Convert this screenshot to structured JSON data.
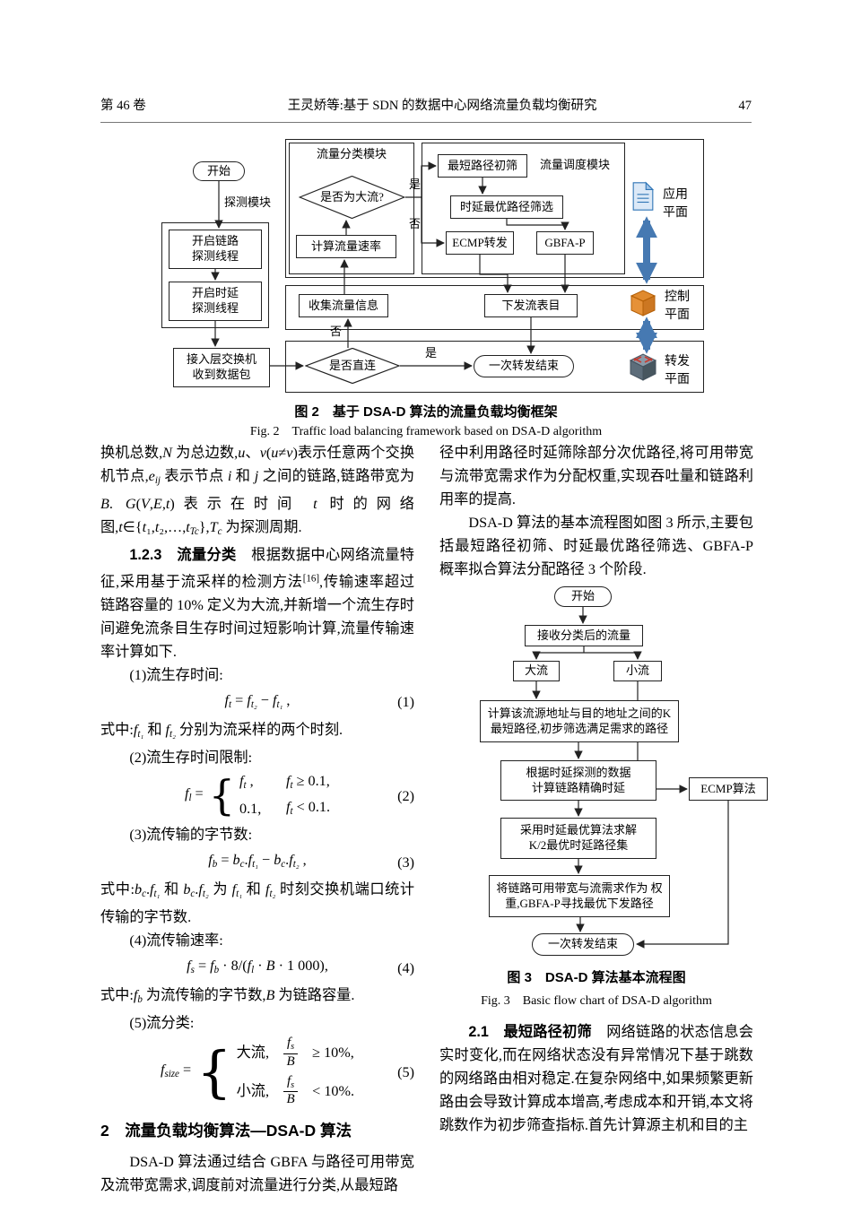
{
  "header": {
    "volume": "第 46 卷",
    "running_title": "王灵娇等:基于 SDN 的数据中心网络流量负载均衡研究",
    "page_no": "47"
  },
  "colors": {
    "plane_arrow_blue": "#4679b2",
    "doc_icon_blue": "#2e74b5",
    "control_icon_orange": "#e08a2e",
    "forward_icon_red": "#c63a2f"
  },
  "fig2": {
    "caption_zh": "图 2　基于 DSA-D 算法的流量负载均衡框架",
    "caption_en": "Fig. 2　Traffic load balancing framework based on DSA-D algorithm",
    "nodes": {
      "start": "开始",
      "probe_module": "探测模块",
      "link_probe": "开启链路 探测线程",
      "delay_probe": "开启时延 探测线程",
      "access_switch": "接入层交换机 收到数据包",
      "classify_module": "流量分类模块",
      "is_big_flow": "是否为大流?",
      "calc_rate": "计算流量速率",
      "schedule_module": "流量调度模块",
      "shortest_init": "最短路径初筛",
      "delay_opt_filter": "时延最优路径筛选",
      "ecmp_forward": "ECMP转发",
      "gbfa_p": "GBFA-P",
      "collect_info": "收集流量信息",
      "send_flow_table": "下发流表目",
      "is_direct": "是否直连",
      "end": "一次转发结束",
      "app_plane": "应用平面",
      "control_plane": "控制平面",
      "forward_plane": "转发平面",
      "yes": "是",
      "no": "否"
    }
  },
  "fig3": {
    "caption_zh": "图 3　DSA-D 算法基本流程图",
    "caption_en": "Fig. 3　Basic flow chart of DSA-D algorithm",
    "nodes": {
      "start": "开始",
      "receive": "接收分类后的流量",
      "big_flow": "大流",
      "small_flow": "小流",
      "k_shortest": "计算该流源地址与目的地址之间的K最短路径,初步筛选满足需求的路径",
      "delay_calc": "根据时延探测的数据 计算链路精确时延",
      "ecmp": "ECMP算法",
      "delay_best": "采用时延最优算法求解 K/2最优时延路径集",
      "weight_gbfa": "将链路可用带宽与流需求作为 权重,GBFA-P寻找最优下发路径",
      "end": "一次转发结束"
    }
  },
  "left": {
    "p1_tokens": [
      {
        "t": "换机总数,"
      },
      {
        "t": "N",
        "s": "i"
      },
      {
        "t": " 为总边数,"
      },
      {
        "t": "u",
        "s": "i"
      },
      {
        "t": "、"
      },
      {
        "t": "v",
        "s": "i"
      },
      {
        "t": "("
      },
      {
        "t": "u",
        "s": "i"
      },
      {
        "t": "≠"
      },
      {
        "t": "v",
        "s": "i"
      },
      {
        "t": ")表示任意两个交换机节点,"
      },
      {
        "t": "e",
        "s": "i"
      },
      {
        "t": "ij",
        "s": "isub"
      },
      {
        "t": " 表示节点 "
      },
      {
        "t": "i",
        "s": "i"
      },
      {
        "t": " 和 "
      },
      {
        "t": "j",
        "s": "i"
      },
      {
        "t": " 之间的链路,链路带宽为 "
      },
      {
        "t": "B",
        "s": "i"
      },
      {
        "t": ". "
      },
      {
        "t": "G",
        "s": "i"
      },
      {
        "t": "("
      },
      {
        "t": "V",
        "s": "i"
      },
      {
        "t": ","
      },
      {
        "t": "E",
        "s": "i"
      },
      {
        "t": ","
      },
      {
        "t": "t",
        "s": "i"
      },
      {
        "t": ")表示在时间 "
      },
      {
        "t": "t",
        "s": "i"
      },
      {
        "t": " 时的网络图,"
      },
      {
        "t": "t",
        "s": "i"
      },
      {
        "t": "∈{"
      },
      {
        "t": "t",
        "s": "i"
      },
      {
        "t": "₁,"
      },
      {
        "t": "t",
        "s": "i"
      },
      {
        "t": "₂,…,"
      },
      {
        "t": "t",
        "s": "i"
      },
      {
        "t": "Tc",
        "s": "isub"
      },
      {
        "t": "},"
      },
      {
        "t": "T",
        "s": "i"
      },
      {
        "t": "c",
        "s": "isub"
      },
      {
        "t": " 为探测周期."
      }
    ],
    "s123_head": "1.2.3　流量分类",
    "s123_tokens": [
      {
        "t": "　根据数据中心网络流量特征,采用基于流采样的检测方法"
      },
      {
        "t": "[16]",
        "s": "sup"
      },
      {
        "t": ",传输速率超过链路容量的 10% 定义为大流,并新增一个流生存时间避免流条目生存时间过短影响计算,流量传输速率计算如下."
      }
    ],
    "item1": "(1)流生存时间:",
    "eq1": {
      "no": "(1)",
      "tokens": [
        {
          "t": "f",
          "s": "i"
        },
        {
          "t": "t",
          "s": "isub"
        },
        {
          "t": " = "
        },
        {
          "t": "f",
          "s": "i"
        },
        {
          "t": "t₂",
          "s": "isub"
        },
        {
          "t": " − "
        },
        {
          "t": "f",
          "s": "i"
        },
        {
          "t": "t₁",
          "s": "isub"
        },
        {
          "t": " ,"
        }
      ]
    },
    "note1_tokens": [
      {
        "t": "式中:"
      },
      {
        "t": "f",
        "s": "i"
      },
      {
        "t": "t₁",
        "s": "isub"
      },
      {
        "t": " 和 "
      },
      {
        "t": "f",
        "s": "i"
      },
      {
        "t": "t₂",
        "s": "isub"
      },
      {
        "t": " 分别为流采样的两个时刻."
      }
    ],
    "item2": "(2)流生存时间限制:",
    "eq2": {
      "no": "(2)",
      "brace": "{",
      "name_tokens": [
        {
          "t": "f",
          "s": "i"
        },
        {
          "t": "l",
          "s": "isub"
        },
        {
          "t": " = "
        }
      ],
      "rows": [
        {
          "v_tokens": [
            {
              "t": "f",
              "s": "i"
            },
            {
              "t": "t",
              "s": "isub"
            },
            {
              "t": " ,"
            }
          ],
          "c_tokens": [
            {
              "t": "f",
              "s": "i"
            },
            {
              "t": "t",
              "s": "isub"
            },
            {
              "t": " ≥ 0.1,"
            }
          ]
        },
        {
          "v_tokens": [
            {
              "t": "0.1,"
            }
          ],
          "c_tokens": [
            {
              "t": "f",
              "s": "i"
            },
            {
              "t": "t",
              "s": "isub"
            },
            {
              "t": " < 0.1."
            }
          ]
        }
      ]
    },
    "item3": "(3)流传输的字节数:",
    "eq3": {
      "no": "(3)",
      "tokens": [
        {
          "t": "f",
          "s": "i"
        },
        {
          "t": "b",
          "s": "isub"
        },
        {
          "t": " = "
        },
        {
          "t": "b",
          "s": "i"
        },
        {
          "t": "c",
          "s": "isub"
        },
        {
          "t": "."
        },
        {
          "t": "f",
          "s": "i"
        },
        {
          "t": "t₁",
          "s": "isub"
        },
        {
          "t": " − "
        },
        {
          "t": "b",
          "s": "i"
        },
        {
          "t": "c",
          "s": "isub"
        },
        {
          "t": "."
        },
        {
          "t": "f",
          "s": "i"
        },
        {
          "t": "t₂",
          "s": "isub"
        },
        {
          "t": " ,"
        }
      ]
    },
    "note3_tokens": [
      {
        "t": "式中:"
      },
      {
        "t": "b",
        "s": "i"
      },
      {
        "t": "c",
        "s": "isub"
      },
      {
        "t": "."
      },
      {
        "t": "f",
        "s": "i"
      },
      {
        "t": "t₁",
        "s": "isub"
      },
      {
        "t": " 和 "
      },
      {
        "t": "b",
        "s": "i"
      },
      {
        "t": "c",
        "s": "isub"
      },
      {
        "t": "."
      },
      {
        "t": "f",
        "s": "i"
      },
      {
        "t": "t₂",
        "s": "isub"
      },
      {
        "t": " 为 "
      },
      {
        "t": "f",
        "s": "i"
      },
      {
        "t": "t₁",
        "s": "isub"
      },
      {
        "t": " 和 "
      },
      {
        "t": "f",
        "s": "i"
      },
      {
        "t": "t₂",
        "s": "isub"
      },
      {
        "t": " 时刻交换机端口统计传输的字节数."
      }
    ],
    "item4": "(4)流传输速率:",
    "eq4": {
      "no": "(4)",
      "tokens": [
        {
          "t": "f",
          "s": "i"
        },
        {
          "t": "s",
          "s": "isub"
        },
        {
          "t": " = "
        },
        {
          "t": "f",
          "s": "i"
        },
        {
          "t": "b",
          "s": "isub"
        },
        {
          "t": " · 8/("
        },
        {
          "t": "f",
          "s": "i"
        },
        {
          "t": "l",
          "s": "isub"
        },
        {
          "t": " · "
        },
        {
          "t": "B",
          "s": "i"
        },
        {
          "t": " · 1 000),"
        }
      ]
    },
    "note4_tokens": [
      {
        "t": "式中:"
      },
      {
        "t": "f",
        "s": "i"
      },
      {
        "t": "b",
        "s": "isub"
      },
      {
        "t": " 为流传输的字节数,"
      },
      {
        "t": "B",
        "s": "i"
      },
      {
        "t": " 为链路容量."
      }
    ],
    "item5": "(5)流分类:",
    "eq5": {
      "no": "(5)",
      "brace": "{",
      "name_tokens": [
        {
          "t": "f",
          "s": "i"
        },
        {
          "t": "size",
          "s": "isub"
        },
        {
          "t": " = "
        }
      ],
      "rows": [
        {
          "label": "大流,",
          "num_tokens": [
            {
              "t": "f",
              "s": "i"
            },
            {
              "t": "s",
              "s": "isub"
            }
          ],
          "den_tokens": [
            {
              "t": "B",
              "s": "i"
            }
          ],
          "cond": "≥ 10%,"
        },
        {
          "label": "小流,",
          "num_tokens": [
            {
              "t": "f",
              "s": "i"
            },
            {
              "t": "s",
              "s": "isub"
            }
          ],
          "den_tokens": [
            {
              "t": "B",
              "s": "i"
            }
          ],
          "cond": "< 10%."
        }
      ]
    },
    "sec2_heading": "2　流量负载均衡算法—DSA-D 算法",
    "p11": "DSA-D 算法通过结合 GBFA 与路径可用带宽及流带宽需求,调度前对流量进行分类,从最短路"
  },
  "right": {
    "p12": "径中利用路径时延筛除部分次优路径,将可用带宽与流带宽需求作为分配权重,实现吞吐量和链路利用率的提高.",
    "p13": "DSA-D 算法的基本流程图如图 3 所示,主要包括最短路径初筛、时延最优路径筛选、GBFA-P 概率拟合算法分配路径 3 个阶段.",
    "s21_head": "2.1　最短路径初筛",
    "s21_body": "　网络链路的状态信息会实时变化,而在网络状态没有异常情况下基于跳数的网络路由相对稳定.在复杂网络中,如果频繁更新路由会导致计算成本增高,考虑成本和开销,本文将跳数作为初步筛查指标.首先计算源主机和目的主"
  }
}
